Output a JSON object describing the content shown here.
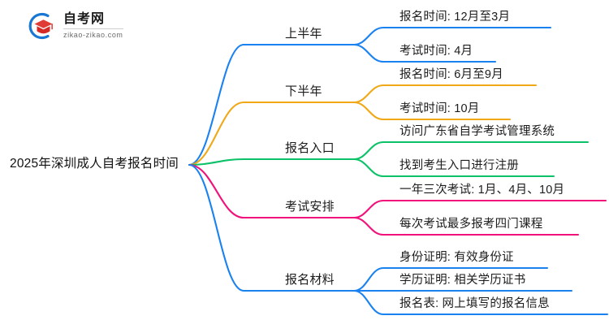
{
  "logo": {
    "name": "自考网",
    "url": "zikao-zikao.com",
    "mark": "graduation-cap-logo"
  },
  "mindmap": {
    "root": {
      "label": "2025年深圳成人自考报名时间",
      "color": "#1c1c1c"
    },
    "branches": [
      {
        "label": "上半年",
        "color": "#1a82f0",
        "children": [
          {
            "label": "报名时间: 12月至3月"
          },
          {
            "label": "考试时间: 4月"
          }
        ]
      },
      {
        "label": "下半年",
        "color": "#f0a817",
        "children": [
          {
            "label": "报名时间: 6月至9月"
          },
          {
            "label": "考试时间: 10月"
          }
        ]
      },
      {
        "label": "报名入口",
        "color": "#0bc268",
        "children": [
          {
            "label": "访问广东省自学考试管理系统"
          },
          {
            "label": "找到考生入口进行注册"
          }
        ]
      },
      {
        "label": "考试安排",
        "color": "#f0127a",
        "children": [
          {
            "label": "一年三次考试: 1月、4月、10月"
          },
          {
            "label": "每次考试最多报考四门课程"
          }
        ]
      },
      {
        "label": "报名材料",
        "color": "#1a82f0",
        "children": [
          {
            "label": "身份证明: 有效身份证"
          },
          {
            "label": "学历证明: 相关学历证书"
          },
          {
            "label": "报名表: 网上填写的报名信息"
          }
        ]
      }
    ]
  },
  "palette": {
    "blue": "#1a82f0",
    "orange": "#f0a817",
    "green": "#0bc268",
    "pink": "#f0127a",
    "background": "#ffffff",
    "text": "#1c1c1c"
  }
}
